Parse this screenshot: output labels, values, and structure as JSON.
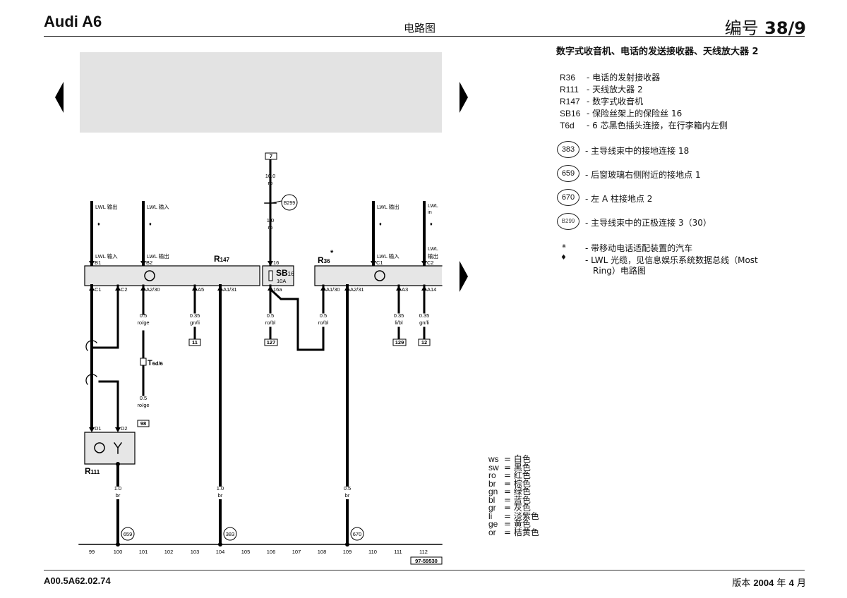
{
  "header": {
    "model": "Audi A6",
    "doc_type": "电路图",
    "number_label": "编号",
    "number_value": "38/9"
  },
  "footer": {
    "doc_code": "A00.5A62.02.74",
    "version_prefix": "版本",
    "version_year": "2004",
    "version_year_suffix": "年",
    "version_month": "4",
    "version_month_suffix": "月"
  },
  "legend": {
    "title": "数字式收音机、电话的发送接收器、天线放大器",
    "title_num": "2",
    "components": [
      {
        "code": "R36",
        "desc": "- 电话的发射接收器"
      },
      {
        "code": "R111",
        "desc": "- 天线放大器 2"
      },
      {
        "code": "R147",
        "desc": "- 数字式收音机"
      },
      {
        "code": "SB16",
        "desc": "- 保险丝架上的保险丝 16"
      },
      {
        "code": "T6d",
        "desc": "- 6 芯黑色插头连接，在行李箱内左侧"
      }
    ],
    "connections": [
      {
        "code": "383",
        "desc": "- 主导线束中的接地连接 18"
      },
      {
        "code": "659",
        "desc": "- 后窗玻璃右侧附近的接地点 1"
      },
      {
        "code": "670",
        "desc": "- 左 A 柱接地点 2"
      },
      {
        "code": "B299",
        "desc": "- 主导线束中的正极连接 3（30）"
      }
    ],
    "notes": [
      {
        "sym": "*",
        "text": "- 带移动电话适配装置的汽车"
      },
      {
        "sym": "♦",
        "text": "- LWL 光缆，见信息娱乐系统数据总线（Most"
      },
      {
        "sym": "",
        "text": "Ring）电路图"
      }
    ]
  },
  "color_codes": [
    {
      "ab": "ws",
      "name": "白色"
    },
    {
      "ab": "sw",
      "name": "黑色"
    },
    {
      "ab": "ro",
      "name": "红色"
    },
    {
      "ab": "br",
      "name": "棕色"
    },
    {
      "ab": "gn",
      "name": "绿色"
    },
    {
      "ab": "bl",
      "name": "蓝色"
    },
    {
      "ab": "gr",
      "name": "灰色"
    },
    {
      "ab": "li",
      "name": "淡紫色"
    },
    {
      "ab": "ge",
      "name": "黄色"
    },
    {
      "ab": "or",
      "name": "桔黄色"
    }
  ],
  "diagram": {
    "fuse_top_ref": "7",
    "fuse_top_wire": [
      "10.0",
      "ro"
    ],
    "fuse_mid_wire": [
      "1.0",
      "ro"
    ],
    "b299": "B299",
    "sb_label": "SB",
    "sb_sub": "16",
    "sb_rating": "10A",
    "sb_pin_in": "16",
    "sb_pin_out": "16a",
    "r147_label": "R",
    "r147_sub": "147",
    "r36_label": "R",
    "r36_sub": "36",
    "r36_star": "*",
    "r111_label": "R",
    "r111_sub": "111",
    "t6d_label": "T",
    "t6d_sub": "6d/6",
    "lwl_out": "LWL 输出",
    "lwl_in": "LWL 输入",
    "lwl_in_short": "LWL in",
    "lwl_diamond": "♦",
    "pins_r147_top": [
      "B1",
      "B2"
    ],
    "pins_r147_bot": [
      "C1",
      "C2",
      "A2/30",
      "A5",
      "A1/31"
    ],
    "pins_r36_top": [
      "C1",
      "C2"
    ],
    "pins_r36_bot": [
      "A1/30",
      "A2/31",
      "A3",
      "A14"
    ],
    "pins_r111": [
      "D1",
      "D2"
    ],
    "wires": [
      {
        "gauge": "0.5",
        "color": "ro/ge"
      },
      {
        "gauge": "0.35",
        "color": "gn/li"
      },
      {
        "gauge": "0.5",
        "color": "ro/bl"
      },
      {
        "gauge": "0.5",
        "color": "ro/bl"
      },
      {
        "gauge": "0.35",
        "color": "li/bl"
      },
      {
        "gauge": "0.35",
        "color": "gn/li"
      },
      {
        "gauge": "0.5",
        "color": "ro/ge"
      },
      {
        "gauge": "1.0",
        "color": "br"
      },
      {
        "gauge": "1.0",
        "color": "br"
      },
      {
        "gauge": "0.5",
        "color": "br"
      }
    ],
    "refs": [
      "11",
      "127",
      "129",
      "12",
      "98"
    ],
    "grounds": [
      "659",
      "383",
      "670"
    ],
    "ruler": [
      "99",
      "100",
      "101",
      "102",
      "103",
      "104",
      "105",
      "106",
      "107",
      "108",
      "109",
      "110",
      "111",
      "112"
    ],
    "figure_code": "97-59530"
  }
}
